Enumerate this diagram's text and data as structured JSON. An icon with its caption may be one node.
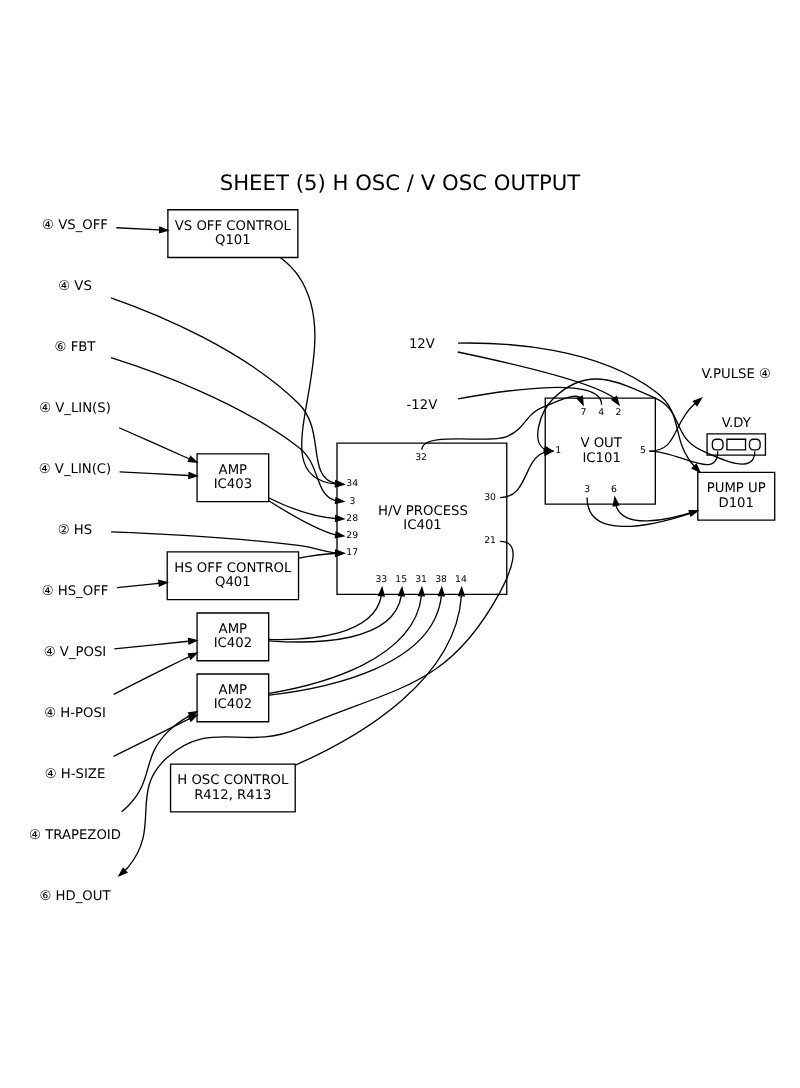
{
  "diagram": {
    "title": "SHEET (5) H OSC / V OSC OUTPUT",
    "nodes": [
      {
        "text": [
          "④ VS_OFF"
        ]
      },
      {
        "text": [
          "VS OFF CONTROL",
          "Q101"
        ]
      },
      {
        "text": [
          "④ VS"
        ]
      },
      {
        "text": [
          "⑥ FBT"
        ]
      },
      {
        "text": [
          "④ V_LIN(S)"
        ]
      },
      {
        "text": [
          "④ V_LIN(C)"
        ]
      },
      {
        "text": [
          "AMP",
          "IC403"
        ]
      },
      {
        "text": [
          "② HS"
        ]
      },
      {
        "text": [
          "④ HS_OFF"
        ]
      },
      {
        "text": [
          "HS OFF CONTROL",
          "Q401"
        ]
      },
      {
        "text": [
          "④ V_POSI"
        ]
      },
      {
        "text": [
          "④ H-POSI"
        ]
      },
      {
        "text": [
          "AMP",
          "IC402"
        ]
      },
      {
        "text": [
          "④ H-SIZE"
        ]
      },
      {
        "text": [
          "④ TRAPEZOID"
        ]
      },
      {
        "text": [
          "AMP",
          "IC402"
        ]
      },
      {
        "text": [
          "⑥ HD_OUT"
        ]
      },
      {
        "text": [
          "32",
          "34",
          "3",
          "28",
          "29",
          "17",
          "H/V PROCESS",
          "IC401",
          "30",
          "21",
          "33",
          "15",
          "31",
          "38",
          "14"
        ]
      },
      {
        "text": [
          "H OSC CONTROL",
          "R412, R413"
        ]
      },
      {
        "text": [
          "12V"
        ]
      },
      {
        "text": [
          "-12V"
        ]
      },
      {
        "text": [
          "7",
          "4",
          "2",
          "1",
          "V OUT",
          "IC101",
          "5",
          "3",
          "6"
        ]
      },
      {
        "text": [
          "PUMP UP",
          "D101"
        ]
      },
      {
        "text": [
          "V.DY"
        ]
      },
      {
        "text": [
          "V.PULSE ④"
        ]
      }
    ],
    "edges": [
      {
        "from": 0,
        "to": 1,
        "arrow": "to"
      },
      {
        "from": 1,
        "to": 17,
        "arrow": "to"
      },
      {
        "from": 2,
        "to": 17,
        "arrow": "to"
      },
      {
        "from": 3,
        "to": 17,
        "arrow": "to"
      },
      {
        "from": 4,
        "to": 6,
        "arrow": "to"
      },
      {
        "from": 5,
        "to": 6,
        "arrow": "to"
      },
      {
        "from": 6,
        "to": 17,
        "arrow": "to"
      },
      {
        "from": 6,
        "to": 17,
        "arrow": "to"
      },
      {
        "from": 7,
        "to": 17,
        "arrow": "to"
      },
      {
        "from": 8,
        "to": 9,
        "arrow": "to"
      },
      {
        "from": 9,
        "to": 17,
        "arrow": "to"
      },
      {
        "from": 10,
        "to": 12,
        "arrow": "to"
      },
      {
        "from": 11,
        "to": 12,
        "arrow": "to"
      },
      {
        "from": 12,
        "to": 17,
        "arrow": "to"
      },
      {
        "from": 12,
        "to": 17,
        "arrow": "to"
      },
      {
        "from": 13,
        "to": 15,
        "arrow": "to"
      },
      {
        "from": 14,
        "to": 15,
        "arrow": "to"
      },
      {
        "from": 15,
        "to": 17,
        "arrow": "to"
      },
      {
        "from": 15,
        "to": 17,
        "arrow": "to"
      },
      {
        "from": 18,
        "to": 17,
        "arrow": "to"
      },
      {
        "from": 17,
        "to": 16,
        "arrow": "to"
      },
      {
        "from": 17,
        "to": 21,
        "arrow": "to"
      },
      {
        "from": 17,
        "to": 21,
        "arrow": "to"
      },
      {
        "from": 19,
        "to": 21,
        "arrow": "to"
      },
      {
        "from": 19,
        "to": 22,
        "arrow": "to"
      },
      {
        "from": 20,
        "to": 21,
        "arrow": "none"
      },
      {
        "from": 21,
        "to": 22,
        "arrow": "to"
      },
      {
        "from": 22,
        "to": 21,
        "arrow": "to"
      },
      {
        "from": 21,
        "to": 23,
        "arrow": "none"
      },
      {
        "from": 21,
        "to": 24,
        "arrow": "to"
      },
      {
        "from": 23,
        "to": 21,
        "arrow": "to"
      }
    ]
  }
}
